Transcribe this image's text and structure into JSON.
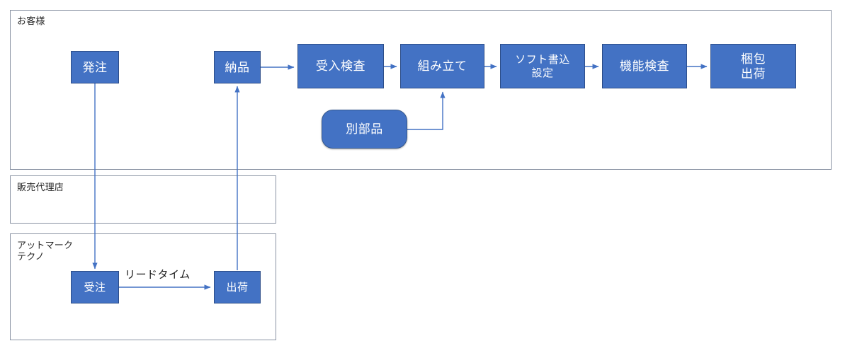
{
  "diagram": {
    "title_text": "",
    "colors": {
      "node_fill": "#4372C4",
      "node_border": "#2C4D88",
      "node_text": "#FFFFFF",
      "lane_border": "#8A93A3",
      "connector": "#4372C4",
      "background": "#FFFFFF",
      "label_text": "#262626"
    }
  },
  "lanes": [
    {
      "id": "customer",
      "label": "お客様"
    },
    {
      "id": "dealer",
      "label": "販売代理店"
    },
    {
      "id": "atmark",
      "label": "アットマーク\nテクノ"
    }
  ],
  "nodes": [
    {
      "id": "hacchu",
      "label": "発注",
      "shape": "rect",
      "lane": "customer"
    },
    {
      "id": "nouhin",
      "label": "納品",
      "shape": "rect",
      "lane": "customer"
    },
    {
      "id": "ukeire",
      "label": "受入検査",
      "shape": "rect",
      "lane": "customer"
    },
    {
      "id": "kumitate",
      "label": "組み立て",
      "shape": "rect",
      "lane": "customer"
    },
    {
      "id": "soft",
      "label": "ソフト書込\n設定",
      "shape": "rect",
      "lane": "customer"
    },
    {
      "id": "kinou",
      "label": "機能検査",
      "shape": "rect",
      "lane": "customer"
    },
    {
      "id": "konpou",
      "label": "梱包\n出荷",
      "shape": "rect",
      "lane": "customer"
    },
    {
      "id": "betsubuhin",
      "label": "別部品",
      "shape": "rounded",
      "lane": "customer"
    },
    {
      "id": "juchu",
      "label": "受注",
      "shape": "rect",
      "lane": "atmark"
    },
    {
      "id": "shukka",
      "label": "出荷",
      "shape": "rect",
      "lane": "atmark"
    }
  ],
  "annotations": [
    {
      "id": "leadtime",
      "text": "リードタイム"
    }
  ],
  "edges": [
    {
      "from": "hacchu",
      "to": "juchu",
      "style": "elbow-down"
    },
    {
      "from": "shukka",
      "to": "nouhin",
      "style": "elbow-up"
    },
    {
      "from": "nouhin",
      "to": "ukeire",
      "style": "straight"
    },
    {
      "from": "ukeire",
      "to": "kumitate",
      "style": "straight"
    },
    {
      "from": "kumitate",
      "to": "soft",
      "style": "straight"
    },
    {
      "from": "soft",
      "to": "kinou",
      "style": "straight"
    },
    {
      "from": "kinou",
      "to": "konpou",
      "style": "straight"
    },
    {
      "from": "betsubuhin",
      "to": "kumitate",
      "style": "elbow-up"
    },
    {
      "from": "juchu",
      "to": "shukka",
      "style": "straight"
    }
  ]
}
